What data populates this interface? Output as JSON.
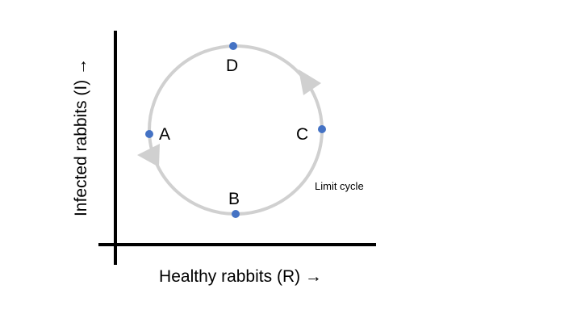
{
  "axes": {
    "x_label": "Healthy rabbits (R) →",
    "y_label": "Infected rabbits (I) →"
  },
  "cycle": {
    "label": "Limit cycle",
    "stroke_color": "#d0d0d0",
    "direction": "clockwise"
  },
  "points": [
    {
      "id": "D",
      "label": "D"
    },
    {
      "id": "A",
      "label": "A"
    },
    {
      "id": "C",
      "label": "C"
    },
    {
      "id": "B",
      "label": "B"
    }
  ],
  "point_color": "#4472c4"
}
